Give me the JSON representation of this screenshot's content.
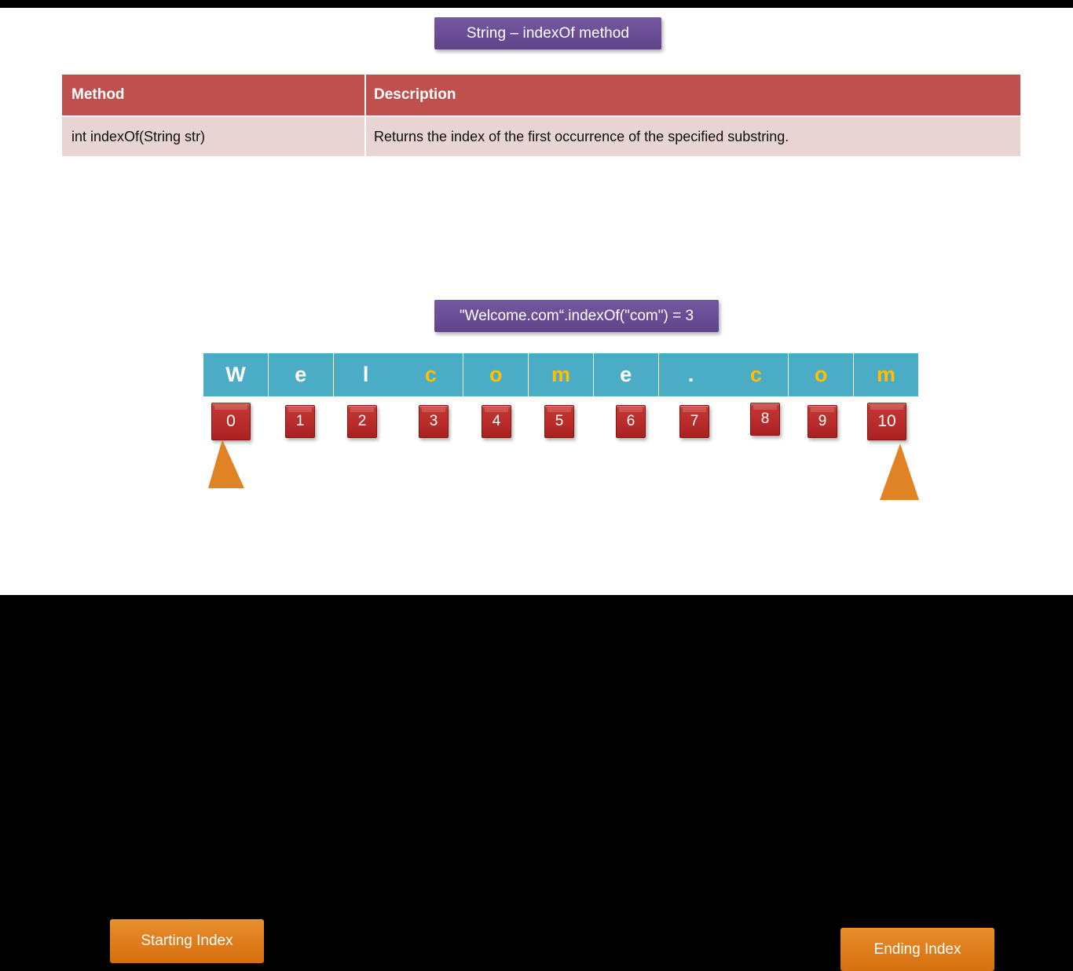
{
  "slide": {
    "title": "String – indexOf method",
    "background_color": "#ffffff",
    "letterbox_color": "#000000"
  },
  "method_table": {
    "headers": [
      "Method",
      "Description"
    ],
    "rows": [
      {
        "method": "int indexOf(String str)",
        "description": "Returns the index of the first occurrence of the specified substring."
      }
    ],
    "header_bg": "#c0504d",
    "row_bg": "#e8d4d2"
  },
  "expression": {
    "text": "\"Welcome.com“.indexOf(\"com\") = 3",
    "result": 3,
    "banner_color": "#6b4e97"
  },
  "string_visual": {
    "cells": [
      {
        "char": "W",
        "highlight": false
      },
      {
        "char": "e",
        "highlight": false
      },
      {
        "char": "l",
        "highlight": false
      },
      {
        "char": "c",
        "highlight": true
      },
      {
        "char": "o",
        "highlight": true
      },
      {
        "char": "m",
        "highlight": true
      },
      {
        "char": "e",
        "highlight": false
      },
      {
        "char": ".",
        "highlight": false
      },
      {
        "char": "c",
        "highlight": true
      },
      {
        "char": "o",
        "highlight": true
      },
      {
        "char": "m",
        "highlight": true
      }
    ],
    "cell_color": "#4aacc5",
    "normal_char_color": "#ffffff",
    "highlight_char_color": "#ffc000",
    "indices": [
      "0",
      "1",
      "2",
      "3",
      "4",
      "5",
      "6",
      "7",
      "8",
      "9",
      "10"
    ],
    "index_box_color": "#c0322e"
  },
  "callouts": {
    "start": {
      "label": "Starting Index",
      "target_index": "0",
      "color": "#e07d1d"
    },
    "end": {
      "label": "Ending Index",
      "target_index": "10",
      "color": "#e07d1d"
    }
  }
}
